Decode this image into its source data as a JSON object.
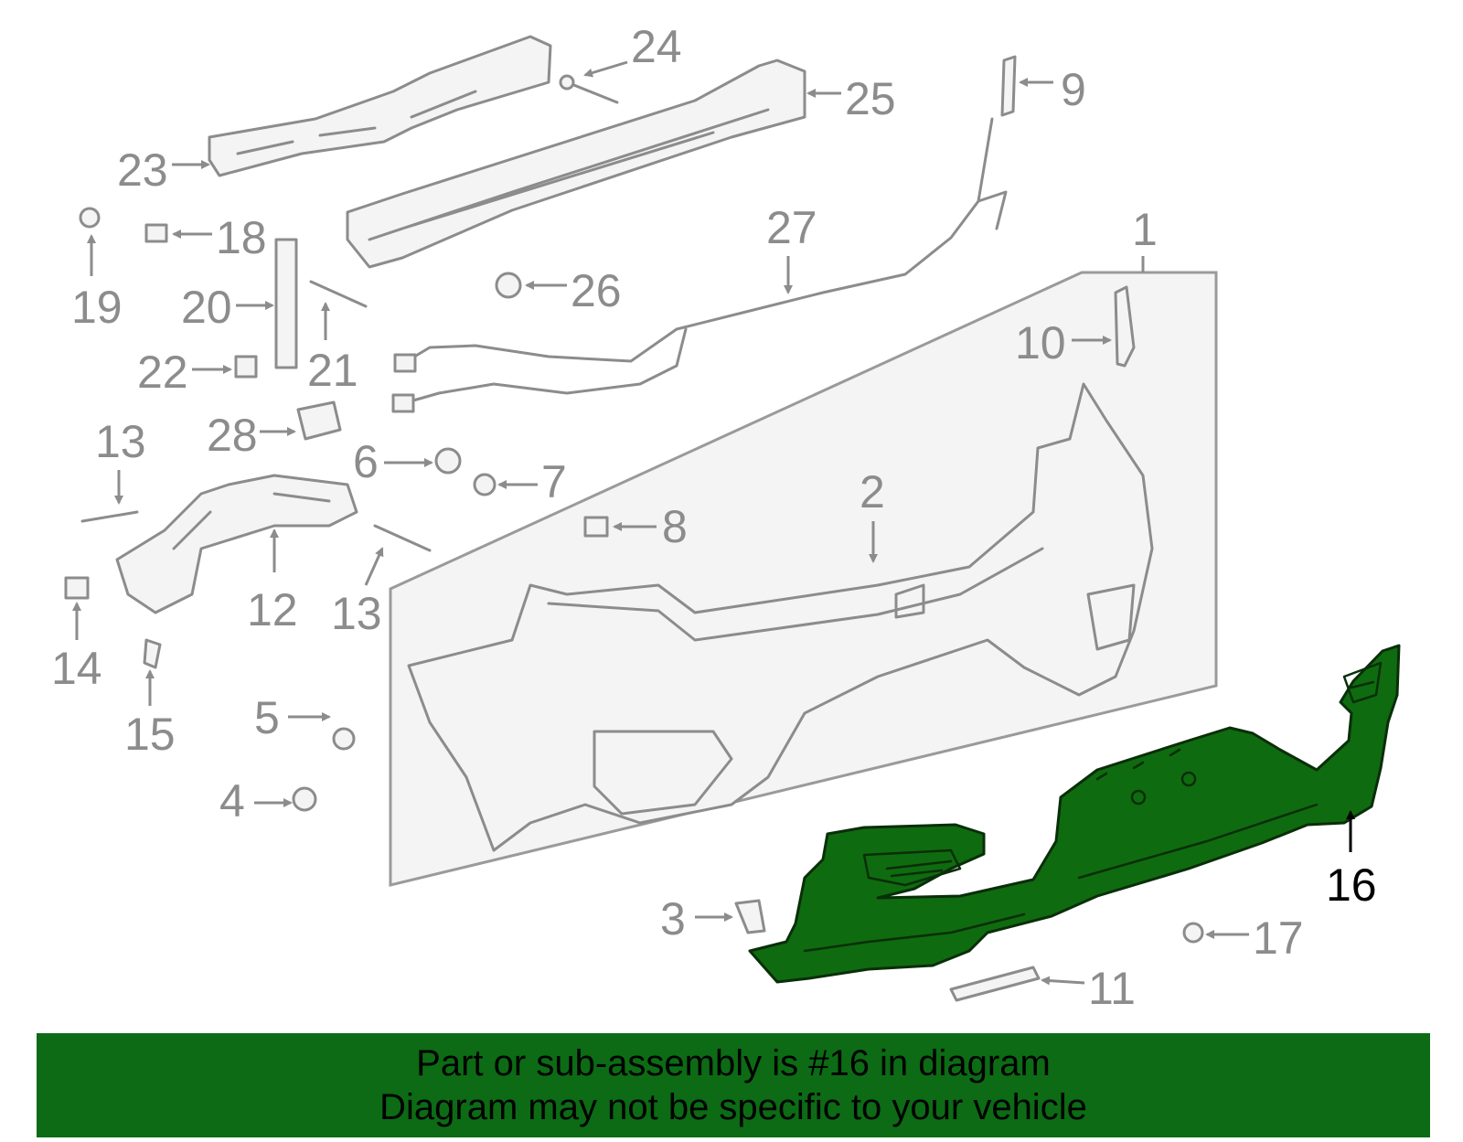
{
  "banner": {
    "line1": "Part or sub-assembly is #16 in diagram",
    "line2": "Diagram may not be specific to your vehicle",
    "color": "#0c6b14"
  },
  "highlight": {
    "part_number": "16",
    "color": "#0f6b0f"
  },
  "callouts": {
    "c1": "1",
    "c2": "2",
    "c3": "3",
    "c4": "4",
    "c5": "5",
    "c6": "6",
    "c7": "7",
    "c8": "8",
    "c9": "9",
    "c10": "10",
    "c11": "11",
    "c12": "12",
    "c13a": "13",
    "c13b": "13",
    "c14": "14",
    "c15": "15",
    "c16": "16",
    "c17": "17",
    "c18": "18",
    "c19": "19",
    "c20": "20",
    "c21": "21",
    "c22": "22",
    "c23": "23",
    "c24": "24",
    "c25": "25",
    "c26": "26",
    "c27": "27",
    "c28": "28"
  }
}
